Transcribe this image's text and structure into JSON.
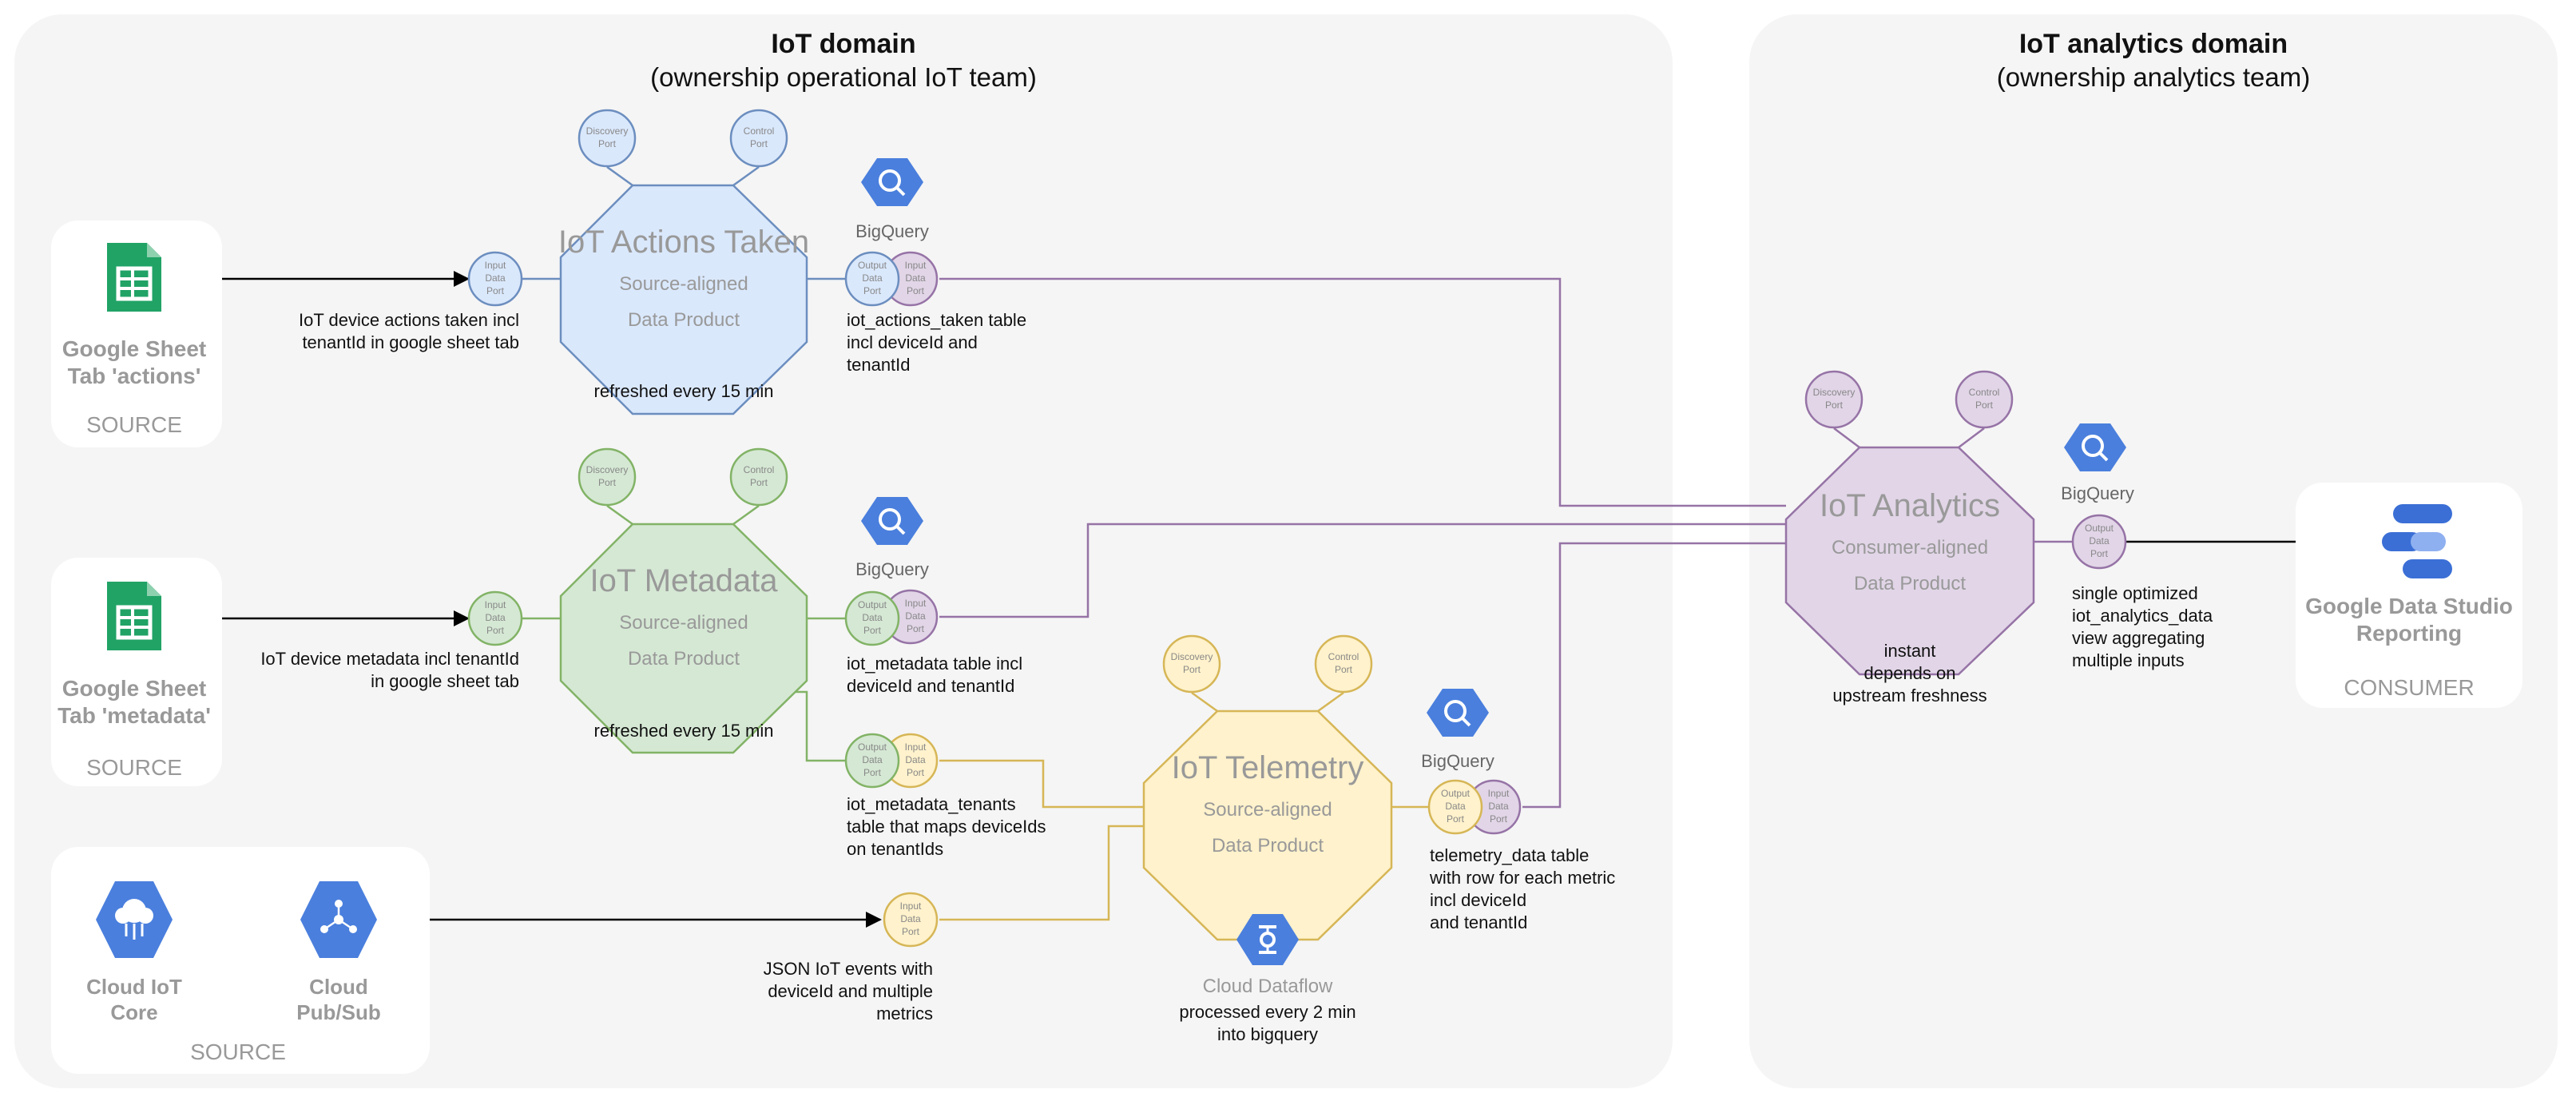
{
  "domains": {
    "iot": {
      "title": "IoT domain",
      "subtitle": "(ownership operational IoT team)"
    },
    "analytics": {
      "title": "IoT analytics domain",
      "subtitle": "(ownership analytics team)"
    }
  },
  "sources": {
    "actions": {
      "title_line1": "Google Sheet",
      "title_line2": "Tab 'actions'",
      "role": "SOURCE",
      "icon": "google-sheets-icon"
    },
    "metadata": {
      "title_line1": "Google Sheet",
      "title_line2": "Tab 'metadata'",
      "role": "SOURCE",
      "icon": "google-sheets-icon"
    },
    "cloud": {
      "iot_core": {
        "line1": "Cloud IoT",
        "line2": "Core",
        "icon": "cloud-iot-core-icon"
      },
      "pubsub": {
        "line1": "Cloud",
        "line2": "Pub/Sub",
        "icon": "cloud-pubsub-icon"
      },
      "role": "SOURCE"
    }
  },
  "ports": {
    "discovery": "Discovery Port",
    "control": "Control Port",
    "input": "Input Data Port",
    "output": "Output Data Port"
  },
  "products": {
    "actions": {
      "title": "IoT Actions Taken",
      "kind": "Source-aligned",
      "label": "Data Product",
      "note": "refreshed every 15 min"
    },
    "metadata": {
      "title": "IoT Metadata",
      "kind": "Source-aligned",
      "label": "Data Product",
      "note": "refreshed every 15 min"
    },
    "telemetry": {
      "title": "IoT Telemetry",
      "kind": "Source-aligned",
      "label": "Data Product"
    },
    "analytics": {
      "title": "IoT Analytics",
      "kind": "Consumer-aligned",
      "label": "Data Product",
      "note_lines": [
        "instant",
        "depends on",
        "upstream freshness"
      ]
    }
  },
  "edges": {
    "actions_in": [
      "IoT device actions taken incl",
      "tenantId in google sheet tab"
    ],
    "metadata_in": [
      "IoT device metadata incl tenantId",
      "in google sheet tab"
    ],
    "json_in": [
      "JSON IoT events with",
      "deviceId and multiple",
      "metrics"
    ],
    "actions_out": [
      "iot_actions_taken table",
      "incl deviceId and",
      "tenantId"
    ],
    "metadata_out": [
      "iot_metadata table incl",
      "deviceId and tenantId"
    ],
    "tenants_out": [
      "iot_metadata_tenants",
      "table that maps deviceIds",
      "on tenantIds"
    ],
    "telemetry_out": [
      "telemetry_data table",
      "with row for each metric",
      "incl deviceId",
      "and tenantId"
    ],
    "analytics_out": [
      "single optimized",
      "iot_analytics_data",
      "view aggregating",
      "multiple inputs"
    ]
  },
  "services": {
    "bigquery": {
      "label": "BigQuery",
      "icon": "bigquery-icon"
    },
    "dataflow": {
      "label": "Cloud Dataflow",
      "icon": "cloud-dataflow-icon",
      "note_lines": [
        "processed every 2 min",
        "into bigquery"
      ]
    }
  },
  "consumer": {
    "title_line1": "Google Data Studio",
    "title_line2": "Reporting",
    "role": "CONSUMER",
    "icon": "data-studio-icon"
  },
  "colors": {
    "blue_fill": "#dae8fc",
    "blue_stroke": "#6c8ebf",
    "green_fill": "#d5e8d4",
    "green_stroke": "#82b366",
    "yellow_fill": "#fff2cc",
    "yellow_stroke": "#d6b656",
    "purple_fill": "#e1d5e7",
    "purple_stroke": "#9673a6",
    "gcp_blue": "#4a7fdd",
    "sheets_green": "#21a366",
    "panel": "#f5f5f5"
  }
}
